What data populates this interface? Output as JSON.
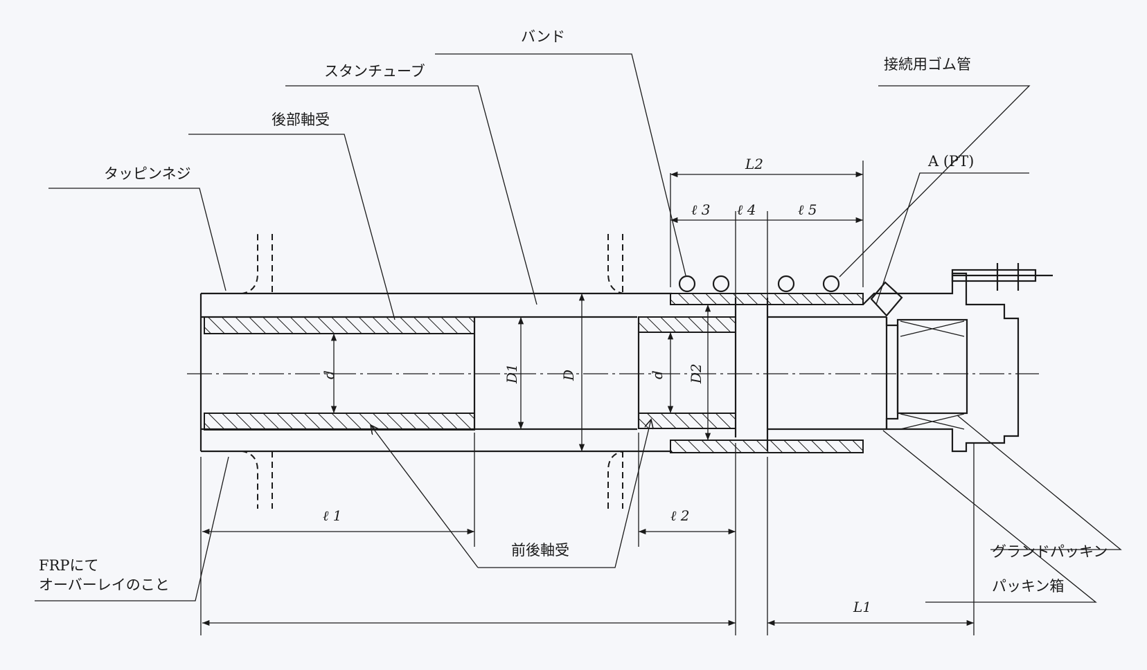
{
  "labels": {
    "band": "バンド",
    "stern_tube": "スタンチューブ",
    "connecting_rubber_tube": "接続用ゴム管",
    "rear_bearing": "後部軸受",
    "tapping_screw": "タッピンネジ",
    "port_a": "A (PT)",
    "frp_line1": "FRPにて",
    "frp_line2": "オーバーレイのこと",
    "front_rear_bearing": "前後軸受",
    "gland_packing": "グランドパッキン",
    "packing_box": "パッキン箱"
  },
  "dimensions": {
    "L2": "L2",
    "l3": "ℓ 3",
    "l4": "ℓ 4",
    "l5": "ℓ 5",
    "d_rear": "d",
    "D1": "D1",
    "D": "D",
    "d_front": "d",
    "D2": "D2",
    "l1": "ℓ 1",
    "l2": "ℓ 2",
    "L1": "L1"
  }
}
